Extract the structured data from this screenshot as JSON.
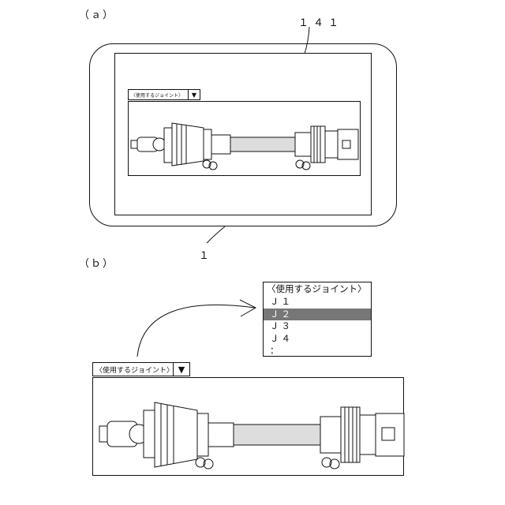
{
  "figure_a": {
    "label": "（ａ）",
    "ref_display": "１４１",
    "ref_device": "１",
    "select": {
      "value": "〈使用するジョイント〉",
      "arrow": "▼"
    }
  },
  "figure_b": {
    "label": "（ｂ）",
    "select": {
      "value": "〈使用するジョイント〉",
      "arrow": "▼"
    },
    "dropdown": {
      "header": "〈使用するジョイント〉",
      "options": [
        "Ｊ１",
        "Ｊ２",
        "Ｊ３",
        "Ｊ４",
        "："
      ],
      "selected": "Ｊ２"
    }
  },
  "icons": [
    "drive-shaft-illustration",
    "dropdown-arrow-icon",
    "curved-arrow"
  ]
}
